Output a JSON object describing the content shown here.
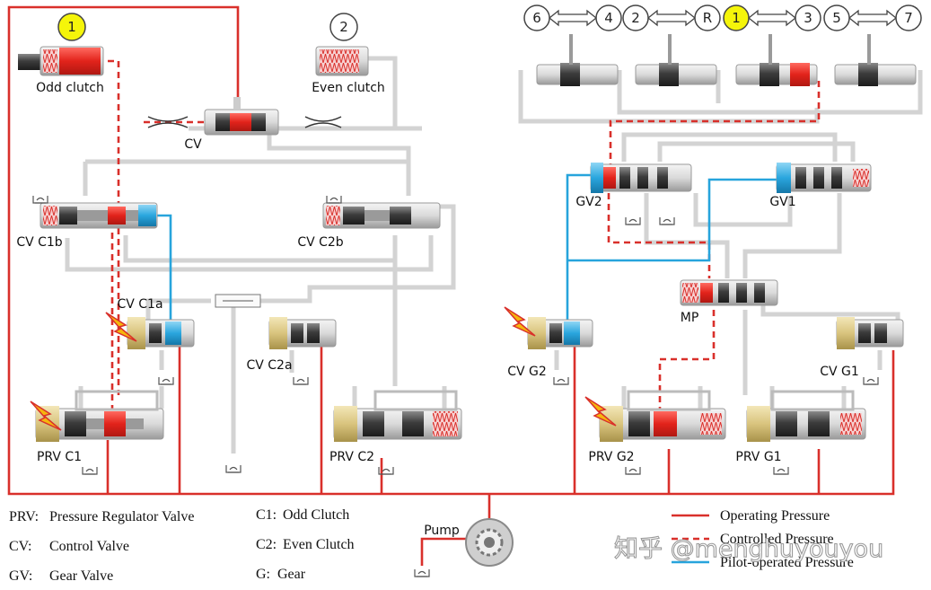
{
  "labels": {
    "odd_clutch": "Odd clutch",
    "even_clutch": "Even clutch",
    "cv": "CV",
    "cv_c1b": "CV C1b",
    "cv_c2b": "CV C2b",
    "cv_c1a": "CV C1a",
    "cv_c2a": "CV C2a",
    "prv_c1": "PRV C1",
    "prv_c2": "PRV C2",
    "gv2": "GV2",
    "gv1": "GV1",
    "mp": "MP",
    "cv_g2": "CV G2",
    "cv_g1": "CV G1",
    "prv_g2": "PRV G2",
    "prv_g1": "PRV G1",
    "pump": "Pump"
  },
  "badges": {
    "odd": "1",
    "even": "2",
    "gear_active": "1"
  },
  "gear_pairs": [
    {
      "left": "6",
      "right": "4",
      "active": false
    },
    {
      "left": "2",
      "right": "R",
      "active": false
    },
    {
      "left": "1",
      "right": "3",
      "active": true
    },
    {
      "left": "5",
      "right": "7",
      "active": false
    }
  ],
  "abbreviations": [
    {
      "key": "PRV:",
      "text": "Pressure Regulator Valve"
    },
    {
      "key": "CV:",
      "text": "Control Valve"
    },
    {
      "key": "GV:",
      "text": "Gear Valve"
    },
    {
      "key": "C1:",
      "text": "Odd Clutch"
    },
    {
      "key": "C2:",
      "text": "Even Clutch"
    },
    {
      "key": "G:",
      "text": "Gear"
    }
  ],
  "legend": [
    {
      "label": "Operating Pressure",
      "style": "solid",
      "color": "#d9302b"
    },
    {
      "label": "Controlled Pressure",
      "style": "dashed",
      "color": "#d9302b"
    },
    {
      "label": "Pilot-operated Pressure",
      "style": "solid",
      "color": "#27a4dc"
    }
  ],
  "watermark": "知乎 @menghuyouyou",
  "colors": {
    "operating": "#d9302b",
    "pilot": "#27a4dc",
    "badge_active": "#f5f50a",
    "solenoid": "#e0cf8e"
  }
}
